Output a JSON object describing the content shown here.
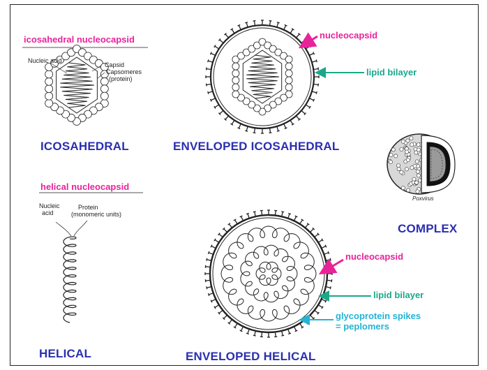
{
  "labels": {
    "icosahedral_nucleocapsid": "icosahedral nucleocapsid",
    "nucleic_acid": "Nucleic acid",
    "capsid": "Capsid",
    "capsomeres": "Capsomeres",
    "protein_paren": "(protein)",
    "icosahedral": "ICOSAHEDRAL",
    "enveloped_nucleocapsid": "nucleocapsid",
    "enveloped_lipid": "lipid bilayer",
    "enveloped_icosahedral": "ENVELOPED ICOSAHEDRAL",
    "poxvirus": "Poxvirus",
    "complex": "COMPLEX",
    "helical_nucleocapsid": "helical nucleocapsid",
    "helical_nucleic": "Nucleic",
    "helical_acid": "acid",
    "helical_protein": "Protein",
    "helical_units": "(monomeric units)",
    "helical": "HELICAL",
    "env_helical_nucleocapsid": "nucleocapsid",
    "env_helical_lipid": "lipid bilayer",
    "glyco_line1": "glycoprotein spikes",
    "glyco_line2": "= peplomers",
    "enveloped_helical": "ENVELOPED HELICAL"
  },
  "colors": {
    "pink": "#e8239a",
    "teal": "#1aa88a",
    "cyan": "#22b3d6",
    "caption_blue": "#2a2fb0"
  }
}
